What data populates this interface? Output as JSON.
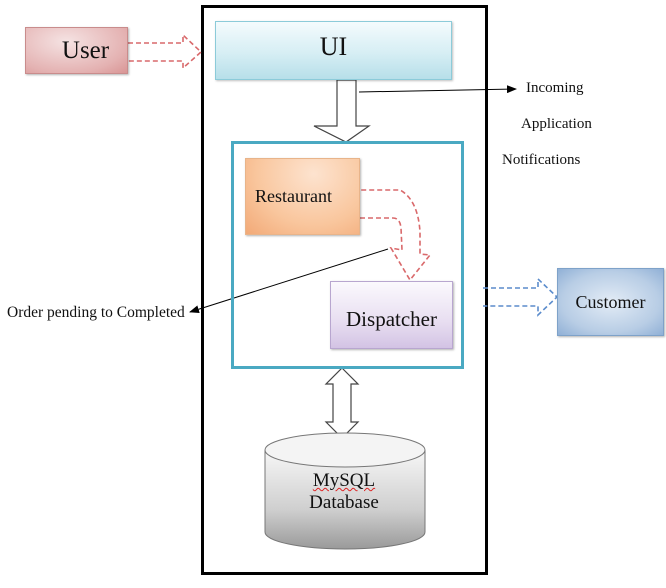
{
  "diagram": {
    "title": "",
    "nodes": {
      "user": "User",
      "ui": "UI",
      "restaurant": "Restaurant",
      "dispatcher": "Dispatcher",
      "customer": "Customer",
      "database_line1": "MySQL",
      "database_line2": "Database"
    },
    "annotations": {
      "incoming": "Incoming",
      "application": "Application",
      "notifications": "Notifications",
      "order_status": "Order pending to Completed"
    },
    "edges": [
      {
        "from": "User",
        "to": "UI",
        "style": "dashed-block-arrow",
        "color": "#d9696b"
      },
      {
        "from": "UI",
        "to": "Inner System (Restaurant/Dispatcher)",
        "style": "block-arrow"
      },
      {
        "from": "UI",
        "to": "Incoming Application Notifications",
        "style": "line-arrow"
      },
      {
        "from": "Restaurant",
        "to": "Dispatcher",
        "style": "dashed-curved-arrow",
        "color": "#d9696b"
      },
      {
        "from": "Inner System",
        "to": "Order pending to Completed",
        "style": "line-arrow"
      },
      {
        "from": "Inner System",
        "to": "Customer",
        "style": "dashed-block-arrow",
        "color": "#5b8ccc"
      },
      {
        "from": "Inner System",
        "to": "MySQL Database",
        "style": "double-block-arrow"
      }
    ],
    "colors": {
      "outer_border": "#000000",
      "inner_border": "#4aa9c2",
      "user_fill": "#e4b2b2",
      "ui_fill": "#d6eef4",
      "restaurant_fill": "#f9c69d",
      "dispatcher_fill": "#e8def1",
      "customer_fill": "#b8cde5",
      "database_fill": "#cfcfcf",
      "red_dashed": "#d9696b",
      "blue_dashed": "#5b8ccc"
    }
  }
}
